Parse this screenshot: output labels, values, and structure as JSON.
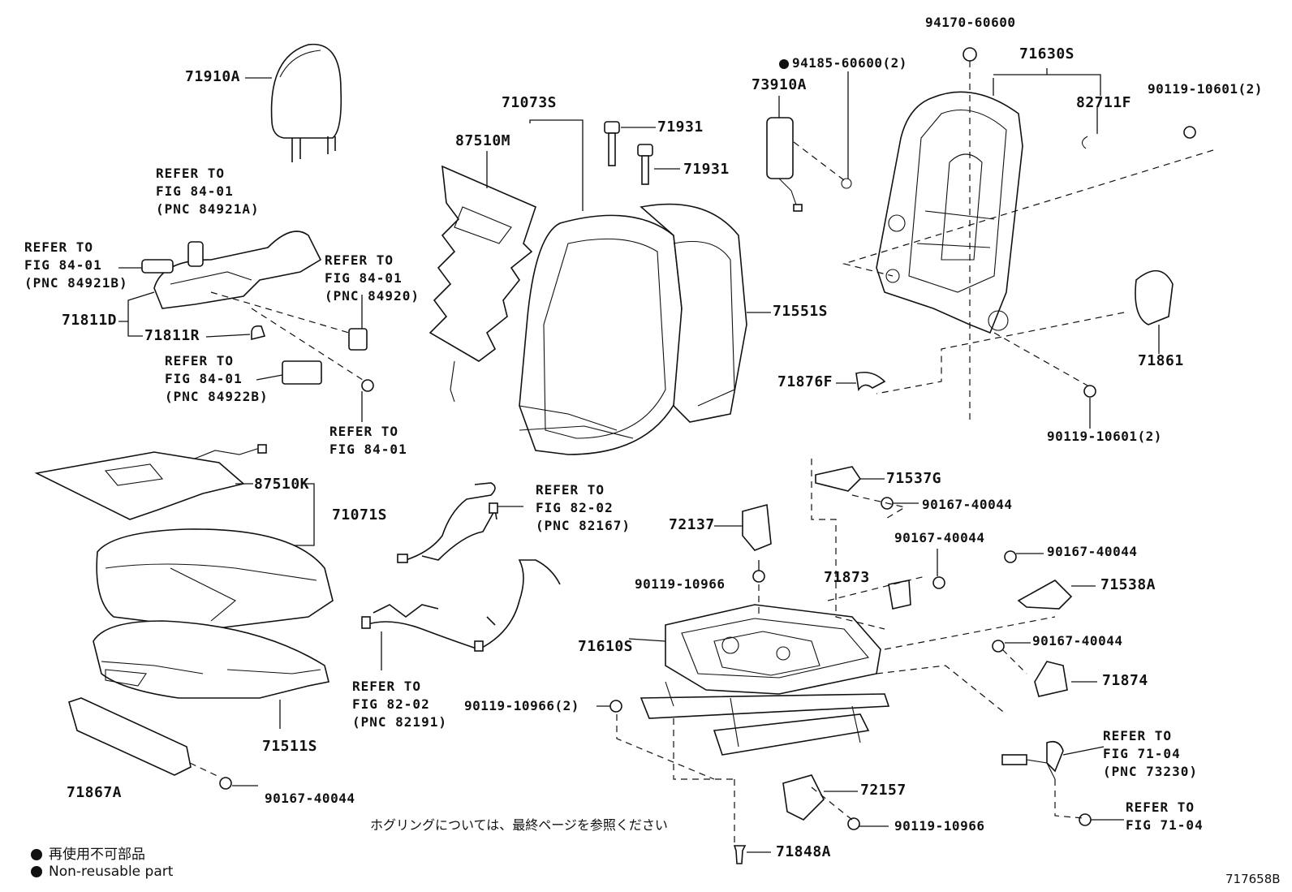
{
  "labels": {
    "p71910A": "71910A",
    "p71073S": "71073S",
    "p87510M": "87510M",
    "p71931a": "71931",
    "p71931b": "71931",
    "p94185": "94185-60600(2)",
    "p73910A": "73910A",
    "p94170": "94170-60600",
    "p71630S": "71630S",
    "p82711F": "82711F",
    "p90119_10601_top": "90119-10601(2)",
    "p71811D": "71811D",
    "p71811R": "71811R",
    "p71551S": "71551S",
    "p71876F": "71876F",
    "p71861": "71861",
    "p90119_10601_bot": "90119-10601(2)",
    "p87510K": "87510K",
    "p71071S": "71071S",
    "p71537G": "71537G",
    "p90167_a": "90167-40044",
    "p72137": "72137",
    "p90167_b": "90167-40044",
    "p90167_c": "90167-40044",
    "p71873": "71873",
    "p71538A": "71538A",
    "p90119_10966_a": "90119-10966",
    "p71610S": "71610S",
    "p90167_d": "90167-40044",
    "p71874": "71874",
    "p90119_10966_2": "90119-10966(2)",
    "p71511S": "71511S",
    "p71867A": "71867A",
    "p90167_e": "90167-40044",
    "p72157": "72157",
    "p90119_10966_b": "90119-10966",
    "p71848A": "71848A"
  },
  "refs": {
    "r1": [
      "REFER TO",
      "FIG 84-01",
      "(PNC 84921A)"
    ],
    "r2": [
      "REFER TO",
      "FIG 84-01",
      "(PNC 84921B)"
    ],
    "r3": [
      "REFER TO",
      "FIG 84-01",
      "(PNC 84920)"
    ],
    "r4": [
      "REFER TO",
      "FIG 84-01",
      "(PNC 84922B)"
    ],
    "r5": [
      "REFER TO",
      "FIG 84-01"
    ],
    "r6": [
      "REFER TO",
      "FIG 82-02",
      "(PNC 82167)"
    ],
    "r7": [
      "REFER TO",
      "FIG 82-02",
      "(PNC 82191)"
    ],
    "r8": [
      "REFER TO",
      "FIG 71-04",
      "(PNC 73230)"
    ],
    "r9": [
      "REFER TO",
      "FIG 71-04"
    ]
  },
  "note_jp": "ホグリングについては、最終ページを参照ください",
  "legend": {
    "jp": "再使用不可部品",
    "en": "Non-reusable part"
  },
  "figure_number": "717658B"
}
